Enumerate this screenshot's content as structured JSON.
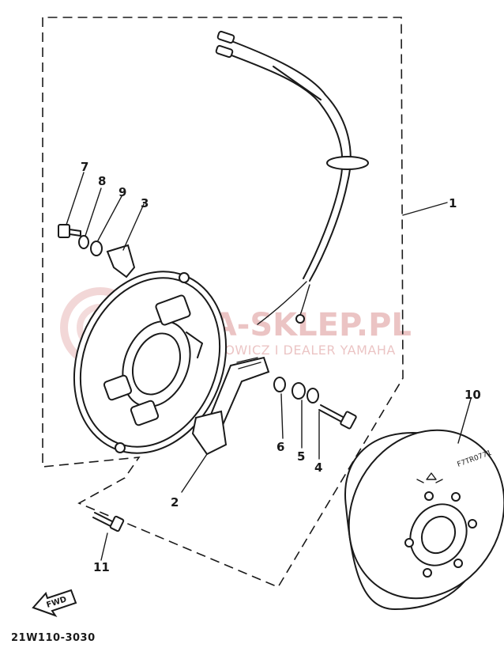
{
  "diagram": {
    "part_labels": [
      "1",
      "2",
      "3",
      "4",
      "5",
      "6",
      "7",
      "8",
      "9",
      "10",
      "11"
    ],
    "drawing_code": "21W110-3030",
    "fwd_label": "FWD",
    "rotor_marking": "F7TR0771"
  },
  "watermark": {
    "title": "AMA-SKLEP.PL",
    "subtitle": "WOJCIECHOWICZ I DEALER YAMAHA",
    "color": "#c44a4a"
  },
  "colors": {
    "ink": "#1a1a1a",
    "background": "#ffffff"
  }
}
